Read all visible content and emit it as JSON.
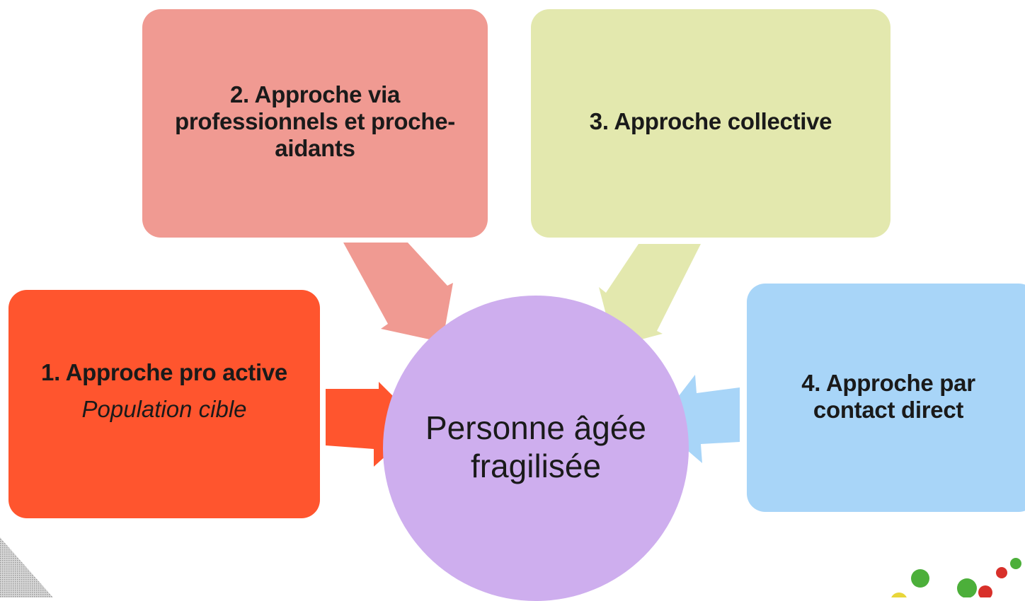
{
  "center": {
    "label": "Personne âgée fragilisée"
  },
  "boxes": [
    {
      "title": "1. Approche pro active",
      "subtitle": "Population cible"
    },
    {
      "title": "2. Approche via professionnels et proche-aidants"
    },
    {
      "title": "3. Approche collective"
    },
    {
      "title": "4. Approche par contact direct"
    }
  ],
  "colors": {
    "box_1": "#FF552E",
    "box_2": "#F09A92",
    "box_3": "#E3E8AE",
    "box_4": "#A8D5F8",
    "center": "#CEAEEE",
    "text": "#1a1a1a",
    "logo_green": "#4CAF3A",
    "logo_red": "#D8302A",
    "logo_yellow": "#E8D63A"
  }
}
